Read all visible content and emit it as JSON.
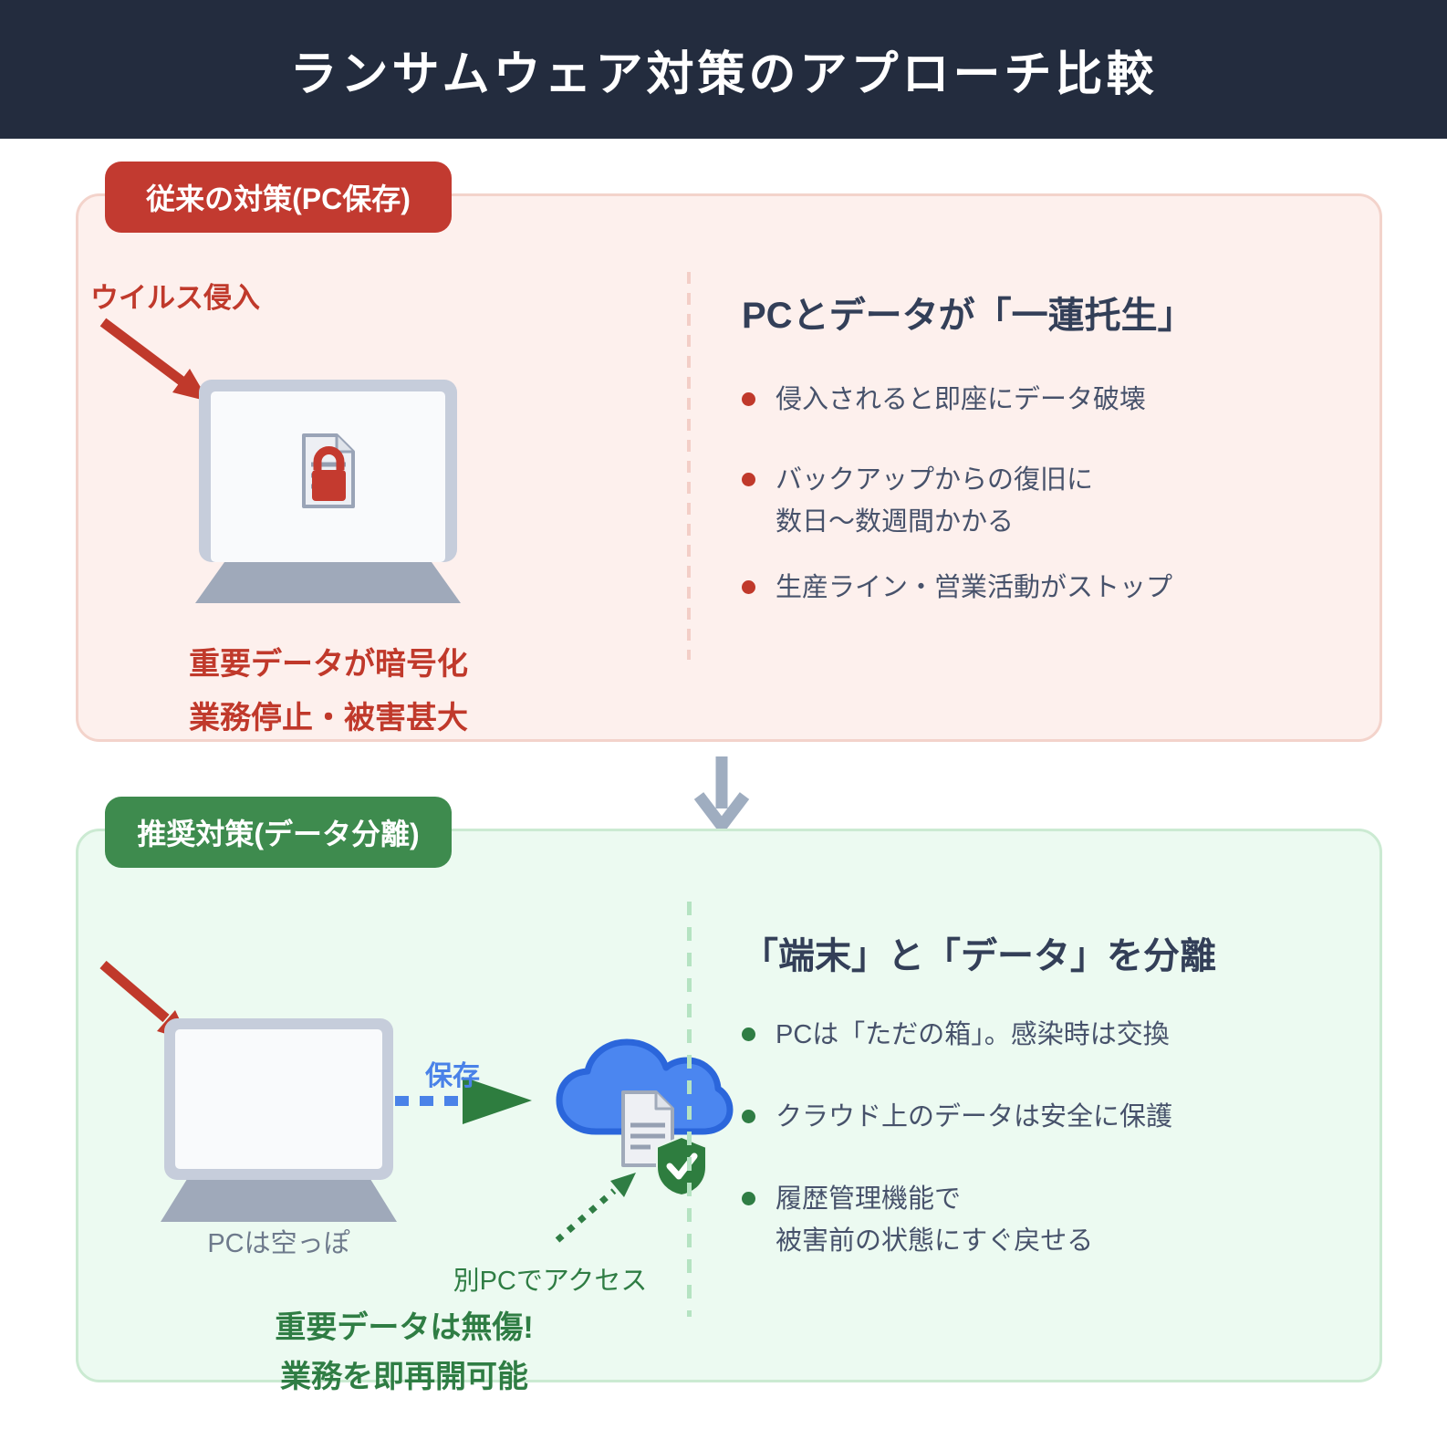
{
  "header": {
    "title": "ランサムウェア対策のアプローチ比較"
  },
  "traditional": {
    "badge_label": "従来の対策(PC保存)",
    "virus_label": "ウイルス侵入",
    "caption_line1": "重要データが暗号化",
    "caption_line2": "業務停止・被害甚大",
    "heading": "PCとデータが「一蓮托生」",
    "bullets": [
      {
        "lines": [
          "侵入されると即座にデータ破壊"
        ]
      },
      {
        "lines": [
          "バックアップからの復旧に",
          "数日〜数週間かかる"
        ]
      },
      {
        "lines": [
          "生産ライン・営業活動がストップ"
        ]
      }
    ]
  },
  "recommended": {
    "badge_label": "推奨対策(データ分離)",
    "pc_caption": "PCは空っぽ",
    "save_label": "保存",
    "access_label": "別PCでアクセス",
    "caption_line1": "重要データは無傷!",
    "caption_line2": "業務を即再開可能",
    "heading": "「端末」と「データ」を分離",
    "bullets": [
      {
        "lines": [
          "PCは「ただの箱」。感染時は交換"
        ]
      },
      {
        "lines": [
          "クラウド上のデータは安全に保護"
        ]
      },
      {
        "lines": [
          "履歴管理機能で",
          "被害前の状態にすぐ戻せる"
        ]
      }
    ]
  },
  "colors": {
    "header_bg": "#232c3e",
    "accent_red": "#c0392b",
    "badge_red": "#c23a30",
    "panel_red_bg": "#fdf0ed",
    "panel_red_border": "#f3d3cb",
    "divider_red": "#f3cec7",
    "accent_green": "#2f7d44",
    "badge_green": "#3e8b4e",
    "panel_green_bg": "#ecfaf1",
    "panel_green_border": "#cbead2",
    "divider_green": "#b5e3c2",
    "heading_navy": "#333f58",
    "body_text": "#47526b",
    "laptop_frame_gray": "#c6cddb",
    "laptop_base_gray": "#9fa9ba",
    "screen_white": "#f9fafc",
    "cloud_blue": "#4b86f0",
    "cloud_blue_border": "#2b66db",
    "save_blue": "#4a82e8",
    "muted_gray": "#6e7a8c",
    "flow_arrow_gray": "#9fadc0",
    "shield_green": "#2e7d3f"
  }
}
